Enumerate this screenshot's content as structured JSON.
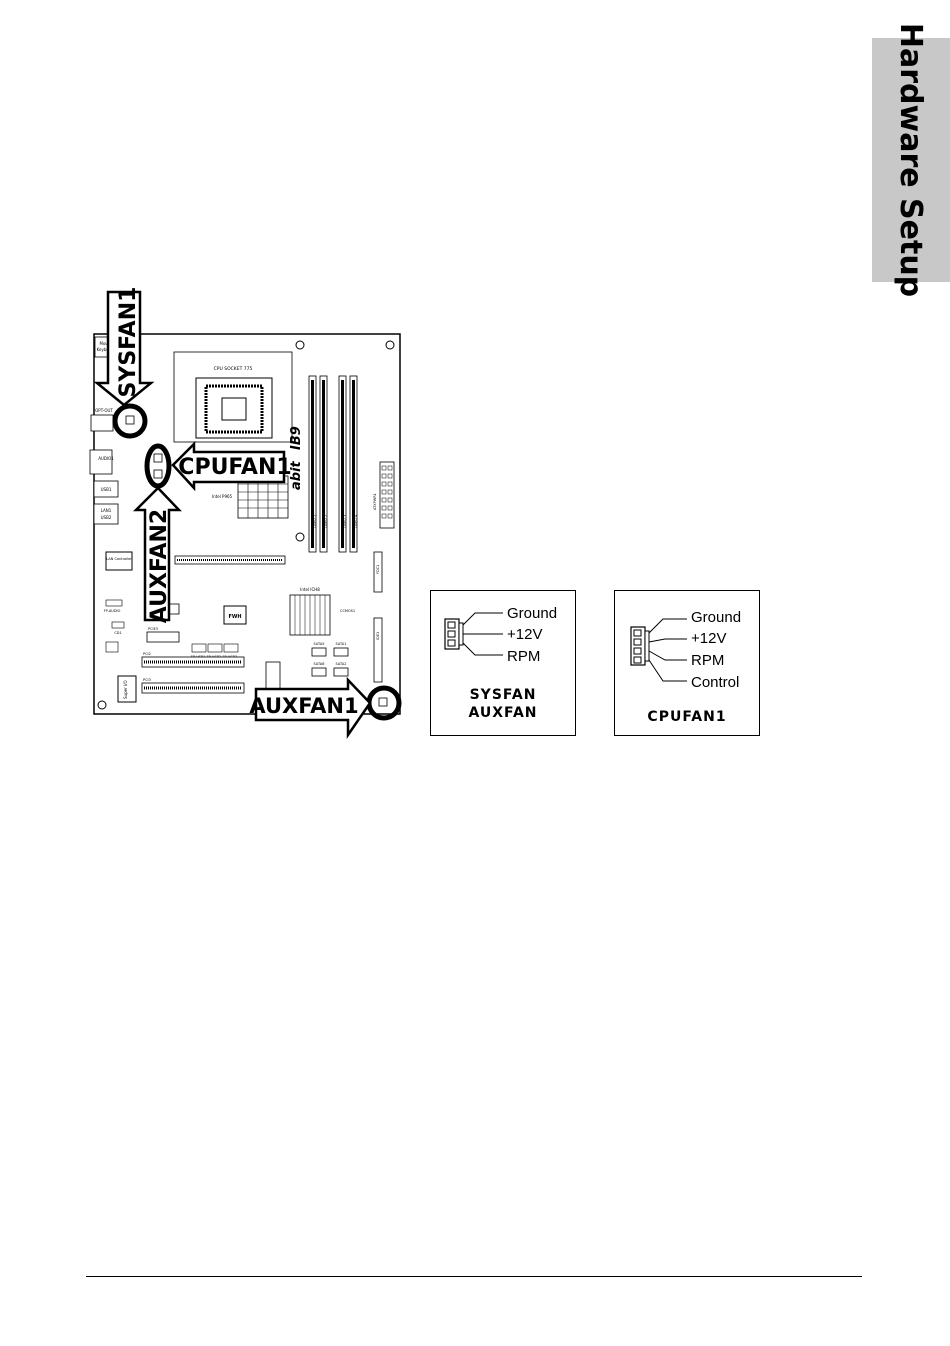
{
  "side_tab": {
    "label": "Hardware Setup"
  },
  "board": {
    "model_logo": "abit",
    "model": "IB9",
    "rear_labels": [
      "Mouse",
      "Keyboard",
      "OPT-OUT",
      "AUDIO1",
      "USB1",
      "LAN1",
      "USB2",
      "CD1",
      "FP-AUDIO"
    ],
    "chips": [
      "CPU SOCKET 775",
      "Intel P965",
      "Intel ICH8",
      "FWH",
      "LAN Controller",
      "Super I/O"
    ],
    "slots": [
      "PCIE2",
      "PCIE3",
      "PCI2",
      "PCI3",
      "DDR2 1",
      "DDR2 2",
      "DDR2 3",
      "DDR2 4",
      "ATXPWR1",
      "ATX12V",
      "FDC1",
      "IDE1"
    ],
    "sata": [
      "SATA5",
      "SATA1",
      "SATA6",
      "SATA4",
      "SATA2",
      "SATA3"
    ],
    "headers": [
      "FP-USB1",
      "FP-USB2",
      "FP-USB3",
      "CCMOS1",
      "SYSFAN1",
      "CPUFAN1",
      "AUXFAN2",
      "AUXFAN1"
    ]
  },
  "callouts": {
    "sysfan1": "SYSFAN1",
    "cpufan1": "CPUFAN1",
    "auxfan2": "AUXFAN2",
    "auxfan1": "AUXFAN1"
  },
  "legend_3pin": {
    "pins": [
      "Ground",
      "+12V",
      "RPM"
    ],
    "title_line1": "SYSFAN",
    "title_line2": "AUXFAN"
  },
  "legend_4pin": {
    "pins": [
      "Ground",
      "+12V",
      "RPM",
      "Control"
    ],
    "title": "CPUFAN1"
  },
  "colors": {
    "tab_gray": "#c8c8c8",
    "ink": "#000000"
  }
}
